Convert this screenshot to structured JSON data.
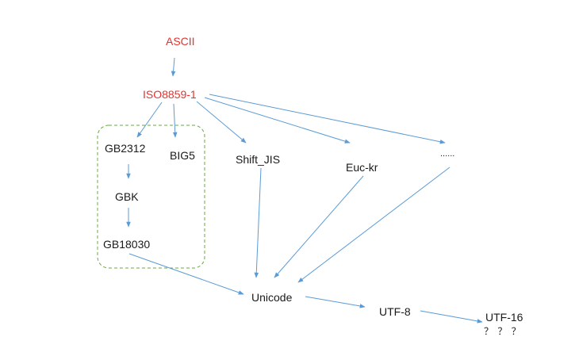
{
  "colors": {
    "arrow": "#5b9bd5",
    "highlight_text": "#e8312d",
    "group_border": "#6aaa3c",
    "text": "#1a1a1a"
  },
  "nodes": {
    "ascii": "ASCII",
    "iso8859": "ISO8859-1",
    "gb2312": "GB2312",
    "big5": "BIG5",
    "gbk": "GBK",
    "gb18030": "GB18030",
    "shift_jis": "Shift_JIS",
    "euc_kr": "Euc-kr",
    "ellipsis": "......",
    "unicode": "Unicode",
    "utf8": "UTF-8",
    "utf16": "UTF-16",
    "utf16_note": "？ ？ ？"
  }
}
